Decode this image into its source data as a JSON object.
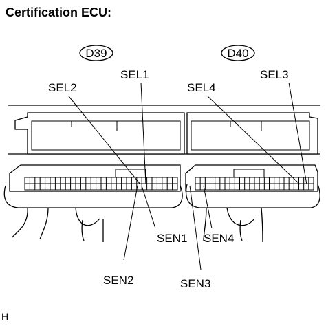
{
  "title": "Certification ECU:",
  "corner_mark": "H",
  "connectors": [
    {
      "id": "D39"
    },
    {
      "id": "D40"
    }
  ],
  "labels": {
    "sel1": "SEL1",
    "sel2": "SEL2",
    "sel3": "SEL3",
    "sel4": "SEL4",
    "sen1": "SEN1",
    "sen2": "SEN2",
    "sen3": "SEN3",
    "sen4": "SEN4"
  }
}
